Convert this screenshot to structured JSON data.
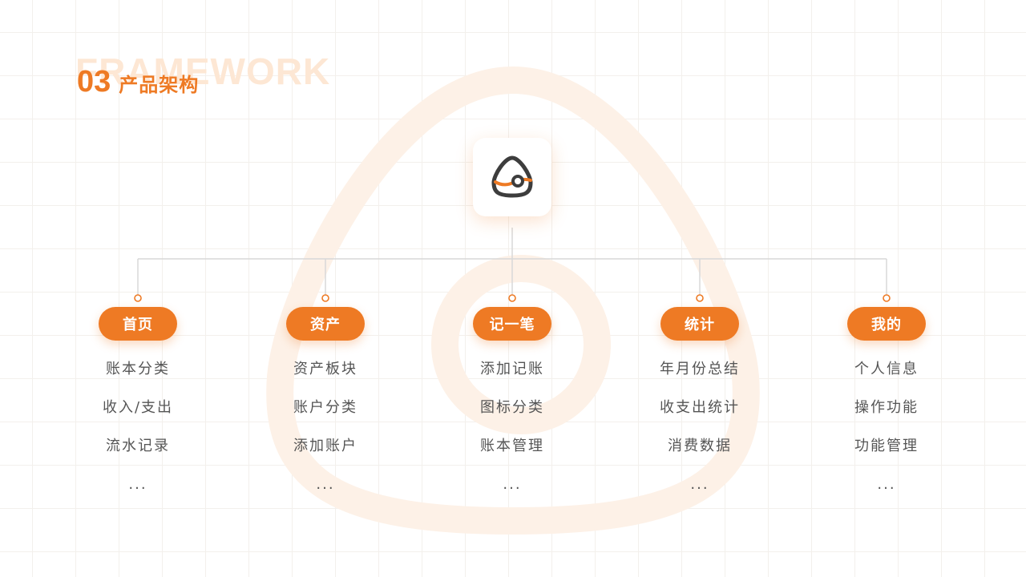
{
  "header": {
    "watermark": "FRAMEWORK",
    "number": "03",
    "title": "产品架构"
  },
  "colors": {
    "accent": "#ee7a24",
    "line": "#d8d8d8",
    "text": "#555555",
    "watermark": "#fde7d4"
  },
  "root": {
    "icon": "app-logo-icon"
  },
  "branches": [
    {
      "label": "首页",
      "items": [
        "账本分类",
        "收入/支出",
        "流水记录",
        "..."
      ]
    },
    {
      "label": "资产",
      "items": [
        "资产板块",
        "账户分类",
        "添加账户",
        "..."
      ]
    },
    {
      "label": "记一笔",
      "items": [
        "添加记账",
        "图标分类",
        "账本管理",
        "..."
      ]
    },
    {
      "label": "统计",
      "items": [
        "年月份总结",
        "收支出统计",
        "消费数据",
        "..."
      ]
    },
    {
      "label": "我的",
      "items": [
        "个人信息",
        "操作功能",
        "功能管理",
        "..."
      ]
    }
  ]
}
